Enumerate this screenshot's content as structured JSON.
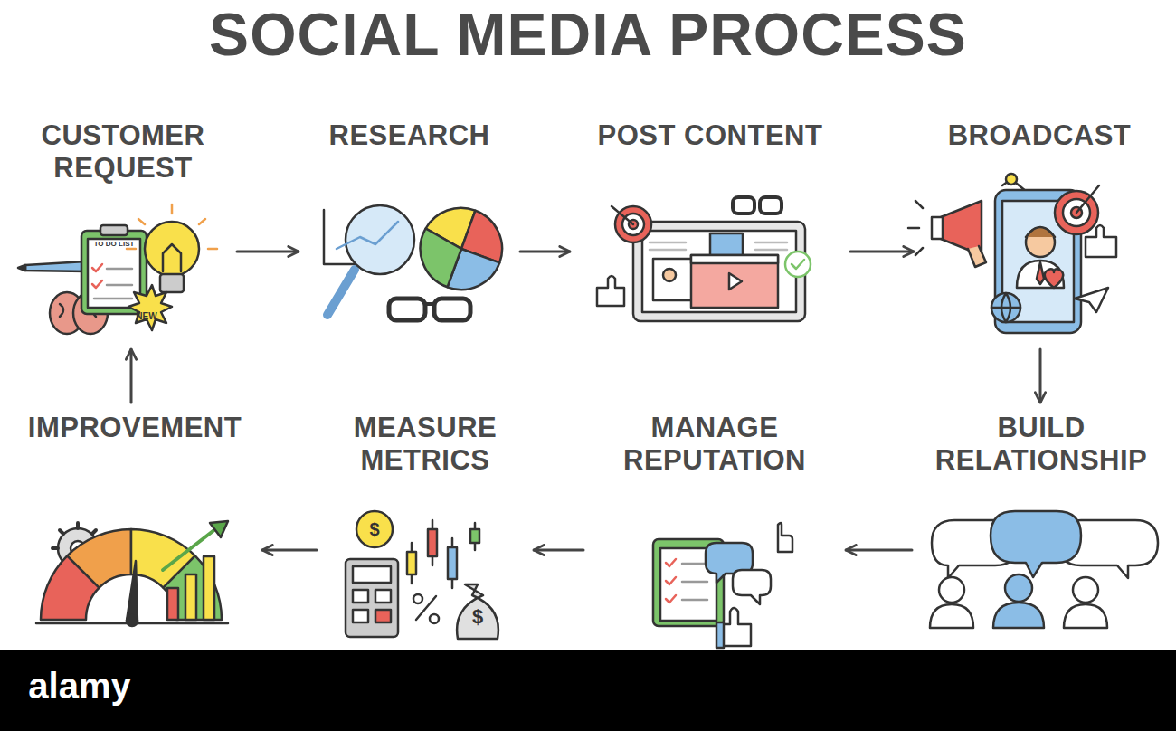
{
  "diagram": {
    "title": "SOCIAL MEDIA PROCESS",
    "nodes": [
      {
        "text": [
          "CUSTOMER REQUEST"
        ]
      },
      {
        "text": [
          "RESEARCH"
        ]
      },
      {
        "text": [
          "POST CONTENT"
        ]
      },
      {
        "text": [
          "BROADCAST"
        ]
      },
      {
        "text": [
          "BUILD RELATIONSHIP"
        ]
      },
      {
        "text": [
          "MANAGE REPUTATION"
        ]
      },
      {
        "text": [
          "MEASURE METRICS"
        ]
      },
      {
        "text": [
          "IMPROVEMENT"
        ]
      }
    ],
    "edges": [
      {
        "from": 0,
        "to": 1,
        "arrow": "to"
      },
      {
        "from": 1,
        "to": 2,
        "arrow": "to"
      },
      {
        "from": 2,
        "to": 3,
        "arrow": "to"
      },
      {
        "from": 3,
        "to": 4,
        "arrow": "to"
      },
      {
        "from": 4,
        "to": 5,
        "arrow": "to"
      },
      {
        "from": 5,
        "to": 6,
        "arrow": "to"
      },
      {
        "from": 6,
        "to": 7,
        "arrow": "to"
      },
      {
        "from": 7,
        "to": 0,
        "arrow": "to"
      }
    ],
    "labels": [
      "TO DO LIST",
      "NEW",
      "$",
      "$",
      "alamy"
    ]
  }
}
